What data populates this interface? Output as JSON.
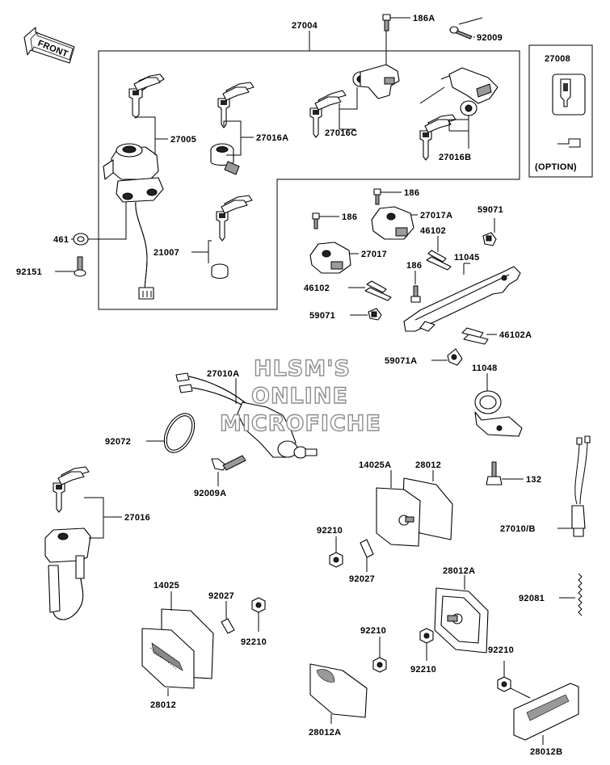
{
  "front_badge": "FRONT",
  "watermark": {
    "line1": "HLSM'S",
    "line2": "ONLINE",
    "line3": "MICROFICHE"
  },
  "option_box": {
    "part": "27008",
    "label": "(OPTION)"
  },
  "labels": {
    "p27004": "27004",
    "p186A": "186A",
    "p92009": "92009",
    "p27005": "27005",
    "p27016A": "27016A",
    "p27016C": "27016C",
    "p27016B": "27016B",
    "p461": "461",
    "p92151": "92151",
    "p21007": "21007",
    "p186_1": "186",
    "p27017A": "27017A",
    "p186_2": "186",
    "p59071_1": "59071",
    "p46102_1": "46102",
    "p27017": "27017",
    "p186_3": "186",
    "p11045": "11045",
    "p46102_2": "46102",
    "p59071_2": "59071",
    "p46102A": "46102A",
    "p59071A": "59071A",
    "p11048": "11048",
    "p27010A": "27010A",
    "p92072": "92072",
    "p92009A": "92009A",
    "p132": "132",
    "p14025A": "14025A",
    "p28012_1": "28012",
    "p27016": "27016",
    "p92210_1": "92210",
    "p92027_1": "92027",
    "p27010B": "27010/B",
    "p28012A_1": "28012A",
    "p14025": "14025",
    "p92027_2": "92027",
    "p92081": "92081",
    "p92210_2": "92210",
    "p92210_3": "92210",
    "p92210_4": "92210",
    "p92210_5": "92210",
    "p28012_2": "28012",
    "p28012A_2": "28012A",
    "p28012B": "28012B"
  }
}
